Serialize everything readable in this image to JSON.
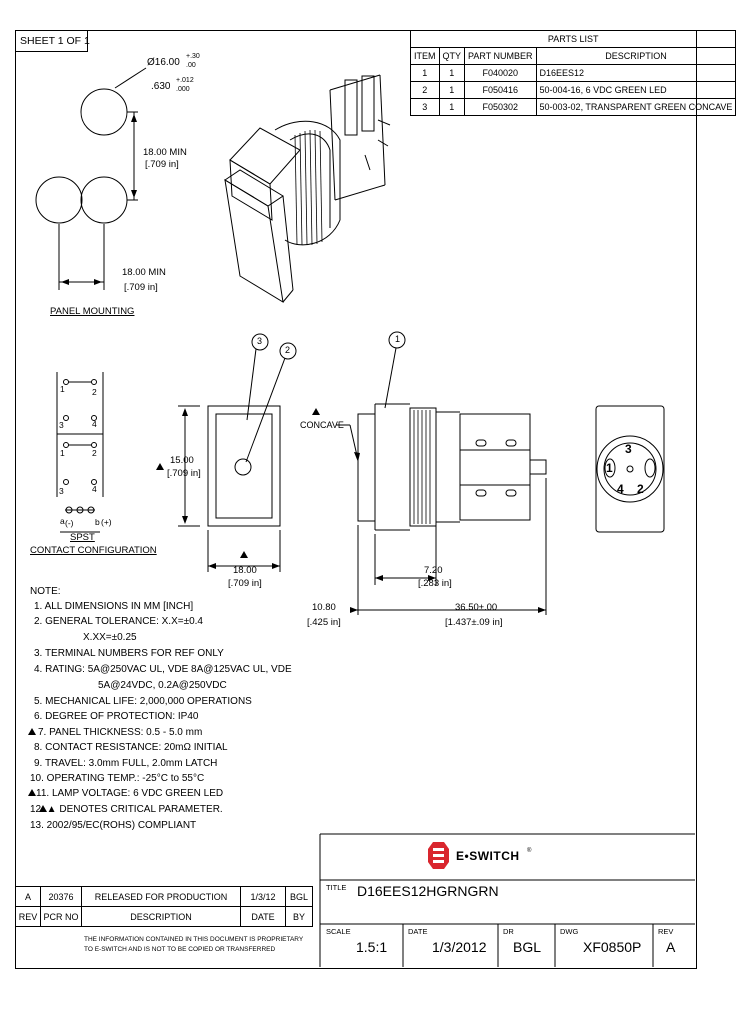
{
  "sheet": "SHEET 1 OF 1",
  "parts_list": {
    "title": "PARTS LIST",
    "headers": [
      "ITEM",
      "QTY",
      "PART NUMBER",
      "DESCRIPTION"
    ],
    "rows": [
      [
        "1",
        "1",
        "F040020",
        "D16EES12"
      ],
      [
        "2",
        "1",
        "F050416",
        "50-004-16, 6 VDC GREEN LED"
      ],
      [
        "3",
        "1",
        "F050302",
        "50-003-02, TRANSPARENT GREEN CONCAVE"
      ]
    ]
  },
  "panel_mounting": {
    "title": "PANEL MOUNTING",
    "dia": "Ø16.00",
    "dia_tol_up": "+.30",
    "dia_tol_dn": ".00",
    "dia_in": ".630",
    "dia_in_tol_up": "+.012",
    "dia_in_tol_dn": ".000",
    "v_dim": "18.00 MIN",
    "v_dim_in": "[.709 in]",
    "h_dim": "18.00 MIN",
    "h_dim_in": "[.709 in]"
  },
  "contact": {
    "title1": "SPST",
    "title2": "CONTACT CONFIGURATION",
    "terminals": [
      "1",
      "2",
      "3",
      "4",
      "1",
      "2",
      "3",
      "4"
    ],
    "a": "a",
    "b": "b",
    "plus": "(+)",
    "minus": "(-)"
  },
  "front_view": {
    "height": "15.00",
    "height_in": "[.709 in]",
    "width": "18.00",
    "width_in": "[.709 in]",
    "balloon_3": "3",
    "balloon_2": "2"
  },
  "side_view": {
    "balloon_1": "1",
    "concave": "CONCAVE",
    "d1": "7.20",
    "d1_in": "[.283 in]",
    "d2": "10.80",
    "d2_in": "[.425 in]",
    "d3": "36.50±.00",
    "d3_in": "[1.437±.09 in]"
  },
  "rear_view": {
    "pins": [
      "1",
      "3",
      "2",
      "4"
    ]
  },
  "notes": {
    "header": "NOTE:",
    "lines": [
      "1. ALL DIMENSIONS IN MM [INCH]",
      "2. GENERAL TOLERANCE: X.X=±0.4",
      "X.XX=±0.25",
      "3. TERMINAL NUMBERS FOR REF ONLY",
      "4. RATING: 5A@250VAC UL, VDE  8A@125VAC UL, VDE",
      "5A@24VDC,  0.2A@250VDC",
      "5. MECHANICAL LIFE: 2,000,000 OPERATIONS",
      "6. DEGREE OF PROTECTION: IP40",
      "7. PANEL THICKNESS: 0.5 - 5.0 mm",
      "8. CONTACT RESISTANCE: 20mΩ INITIAL",
      "9. TRAVEL: 3.0mm FULL,  2.0mm LATCH",
      "10. OPERATING TEMP.: -25°C to 55°C",
      "11. LAMP VOLTAGE: 6 VDC GREEN LED",
      "12. ▲ DENOTES CRITICAL PARAMETER.",
      "13. 2002/95/EC(ROHS) COMPLIANT"
    ]
  },
  "title_block": {
    "brand": "E•SWITCH",
    "brand_reg": "®",
    "title_label": "TITLE",
    "title": "D16EES12HGRNGRN",
    "scale_label": "SCALE",
    "scale": "1.5:1",
    "date_label": "DATE",
    "date": "1/3/2012",
    "dr_label": "DR",
    "dr": "BGL",
    "dwg_label": "DWG",
    "dwg": "XF0850P",
    "rev_label": "REV",
    "rev": "A"
  },
  "revision": {
    "row": [
      "A",
      "20376",
      "RELEASED FOR PRODUCTION",
      "1/3/12",
      "BGL"
    ],
    "headers": [
      "REV",
      "PCR NO",
      "DESCRIPTION",
      "DATE",
      "BY"
    ],
    "proprietary1": "THE INFORMATION CONTAINED IN THIS DOCUMENT IS PROPRIETARY",
    "proprietary2": "TO E-SWITCH AND IS NOT TO BE COPIED OR TRANSFERRED"
  }
}
